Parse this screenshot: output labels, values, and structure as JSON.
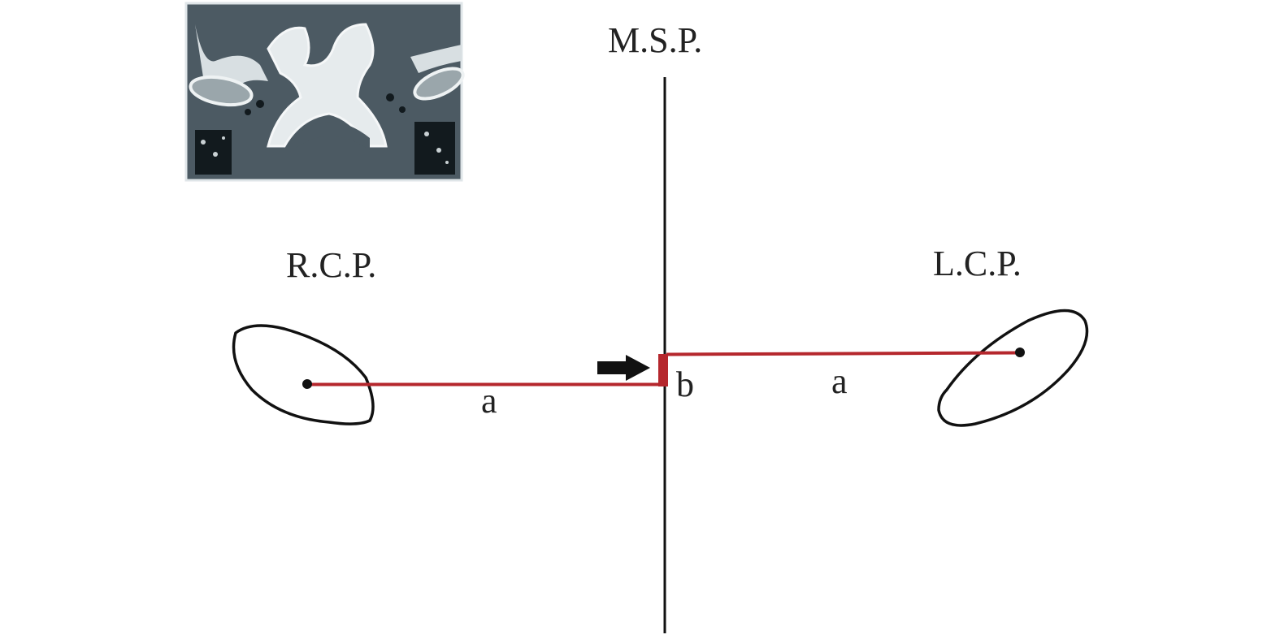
{
  "labels": {
    "midsagittal_plane": "M.S.P.",
    "right_condyle": "R.C.P.",
    "left_condyle": "L.C.P.",
    "distance_left": "a",
    "distance_right": "a",
    "offset": "b"
  },
  "colors": {
    "measure_line": "#b5272d",
    "outline": "#111111",
    "ct_background": "#4a5860"
  },
  "icons": {
    "arrow": "arrow-right-icon"
  }
}
